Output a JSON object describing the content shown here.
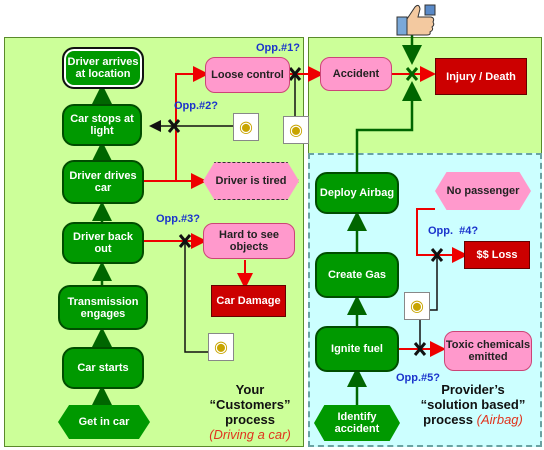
{
  "left_nodes": {
    "arrives": "Driver arrives at location",
    "stops": "Car stops at light",
    "drives": "Driver drives car",
    "back_out": "Driver back out",
    "transmission": "Transmission engages",
    "starts": "Car starts",
    "get_in": "Get in car"
  },
  "event_nodes": {
    "loose": "Loose control",
    "accident": "Accident",
    "injury": "Injury / Death",
    "tired": "Driver is tired",
    "hard": "Hard to see objects",
    "damage": "Car Damage"
  },
  "right_nodes": {
    "deploy": "Deploy Airbag",
    "no_passenger": "No passenger",
    "create_gas": "Create Gas",
    "loss": "$$ Loss",
    "ignite": "Ignite fuel",
    "toxic": "Toxic chemicals emitted",
    "identify": "Identify accident"
  },
  "opportunities": {
    "opp1": "Opp.#1?",
    "opp2": "Opp.#2?",
    "opp3": "Opp.#3?",
    "opp4": "Opp.  #4?",
    "opp5": "Opp.#5?"
  },
  "captions": {
    "left_line1": "Your",
    "left_line2": "“Customers”",
    "left_line3": "process",
    "left_sub": "(Driving a car)",
    "right_line1": "Provider’s",
    "right_line2": "“solution based”",
    "right_line3": "process",
    "right_sub": "(Airbag)"
  },
  "colors": {
    "green_node": "#009900",
    "pink_node": "#ff99cc",
    "red_node": "#cc0000",
    "opp_text": "#1a33cc",
    "green_panel": "#ccff99",
    "blue_panel": "#ccffff"
  }
}
